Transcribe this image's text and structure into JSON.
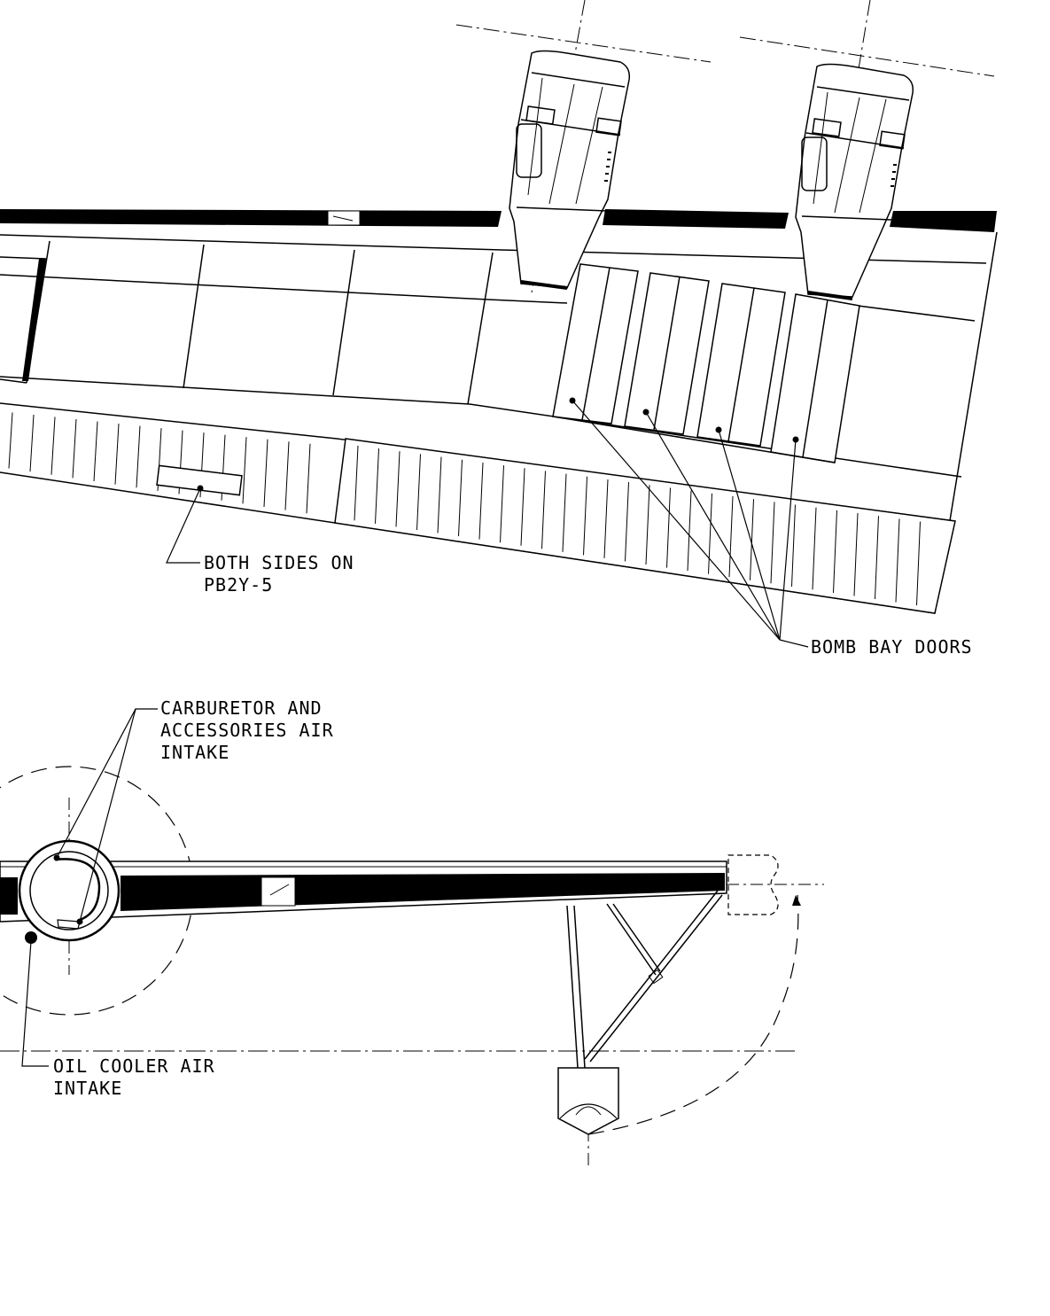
{
  "labels": {
    "both_sides": [
      "BOTH SIDES ON",
      "PB2Y-5"
    ],
    "bomb_bay": [
      "BOMB BAY DOORS"
    ],
    "carburetor": [
      "CARBURETOR AND",
      "ACCESSORIES AIR",
      "INTAKE"
    ],
    "oil_cooler": [
      "OIL COOLER AIR",
      "INTAKE"
    ]
  },
  "colors": {
    "ink": "#000000",
    "paper": "#ffffff"
  }
}
